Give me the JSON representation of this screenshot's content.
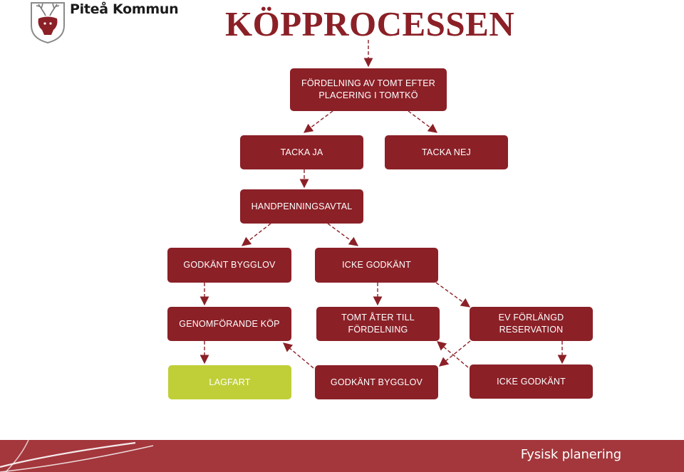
{
  "header": {
    "brand": "Piteå Kommun",
    "title": "KÖPPROCESSEN"
  },
  "flow": {
    "distribution": "FÖRDELNING AV TOMT EFTER PLACERING I TOMTKÖ",
    "accept": "TACKA JA",
    "decline": "TACKA NEJ",
    "deposit": "HANDPENNINGSAVTAL",
    "approved_permit": "GODKÄNT BYGGLOV",
    "not_approved": "ICKE GODKÄNT",
    "purchase": "GENOMFÖRANDE KÖP",
    "return_plot": "TOMT ÅTER TILL FÖRDELNING",
    "extend_reservation": "EV FÖRLÄNGD RESERVATION",
    "title_registration": "LAGFART",
    "approved_permit_2": "GODKÄNT BYGGLOV",
    "not_approved_2": "ICKE GODKÄNT"
  },
  "colors": {
    "primary": "#8b2027",
    "highlight": "#c0cf38",
    "footer": "#a3373c"
  },
  "footer": {
    "label": "Fysisk planering"
  }
}
